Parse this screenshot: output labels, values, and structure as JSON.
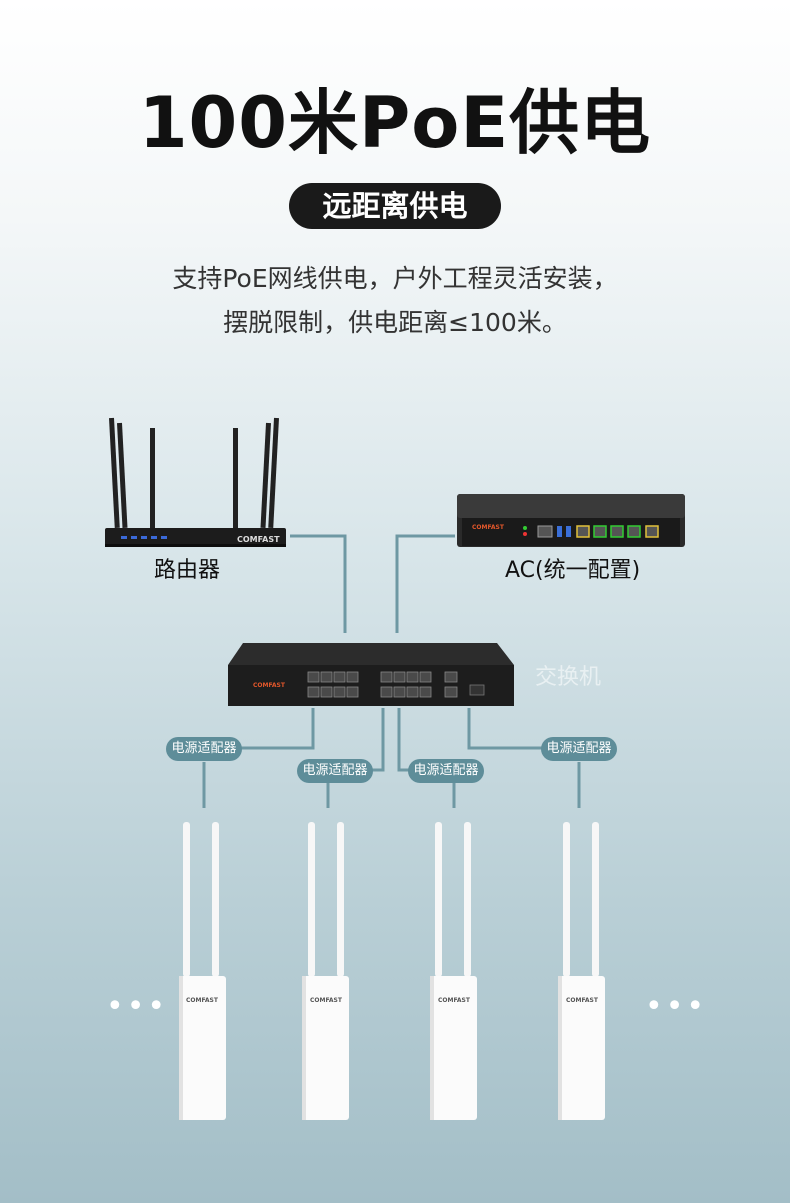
{
  "heading": "100米PoE供电",
  "badge": "远距离供电",
  "description": {
    "line1": "支持PoE网线供电，户外工程灵活安装，",
    "line2": "摆脱限制，供电距离≤100米。"
  },
  "devices": {
    "router": {
      "label": "路由器",
      "brand": "COMFAST"
    },
    "ac": {
      "label": "AC(统一配置)",
      "brand": "COMFAST"
    },
    "switch": {
      "label": "交换机",
      "brand": "COMFAST"
    }
  },
  "adapters": [
    "电源适配器",
    "电源适配器",
    "电源适配器",
    "电源适配器"
  ],
  "access_points": [
    {
      "brand": "COMFAST"
    },
    {
      "brand": "COMFAST"
    },
    {
      "brand": "COMFAST"
    },
    {
      "brand": "COMFAST"
    }
  ],
  "more_left": "•••",
  "more_right": "•••",
  "colors": {
    "line": "#6e98a3",
    "adapter": "#5e8d99",
    "device": "#1e1e1e",
    "accent": "#e2572b"
  }
}
